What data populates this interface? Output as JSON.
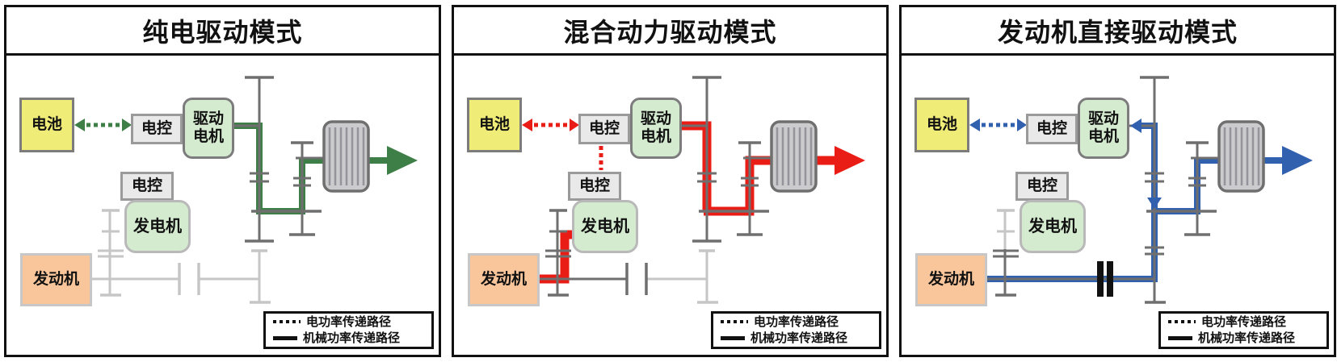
{
  "colors": {
    "shaftDark": "#6f6f6f",
    "shaftLight": "#c6c6c6",
    "wheelFill": "#cbcbce",
    "wheelStripe": "#94949a",
    "batteryFill": "#efec78",
    "batteryBorder": "#7c7c7c",
    "motorFill": "#d5ebd0",
    "motorBorder": "#7c7c7c",
    "generatorBorder": "#b9b9b9",
    "ecuFill": "#e9e9e9",
    "ecuBorder": "#9a9a9a",
    "engineFill": "#f9c59b",
    "engineBorder": "#c7c7c7",
    "panelBorder": "#111111",
    "legendInk": "#111111"
  },
  "panels": [
    {
      "mode": "ev",
      "title": "纯电驱动模式",
      "accent": "#3e7f48",
      "labels": {
        "battery": "电池",
        "ecu_top": "电控",
        "motor_line1": "驱动",
        "motor_line2": "电机",
        "ecu_mid": "电控",
        "generator": "发电机",
        "engine": "发动机"
      },
      "legend": {
        "electric": "电功率传递路径",
        "mechanical": "机械功率传递路径"
      }
    },
    {
      "mode": "hybrid",
      "title": "混合动力驱动模式",
      "accent": "#ea1d16",
      "labels": {
        "battery": "电池",
        "ecu_top": "电控",
        "motor_line1": "驱动",
        "motor_line2": "电机",
        "ecu_mid": "电控",
        "generator": "发电机",
        "engine": "发动机"
      },
      "legend": {
        "electric": "电功率传递路径",
        "mechanical": "机械功率传递路径"
      }
    },
    {
      "mode": "direct",
      "title": "发动机直接驱动模式",
      "accent": "#3160ae",
      "labels": {
        "battery": "电池",
        "ecu_top": "电控",
        "motor_line1": "驱动",
        "motor_line2": "电机",
        "ecu_mid": "电控",
        "generator": "发电机",
        "engine": "发动机"
      },
      "legend": {
        "electric": "电功率传递路径",
        "mechanical": "机械功率传递路径"
      }
    }
  ]
}
